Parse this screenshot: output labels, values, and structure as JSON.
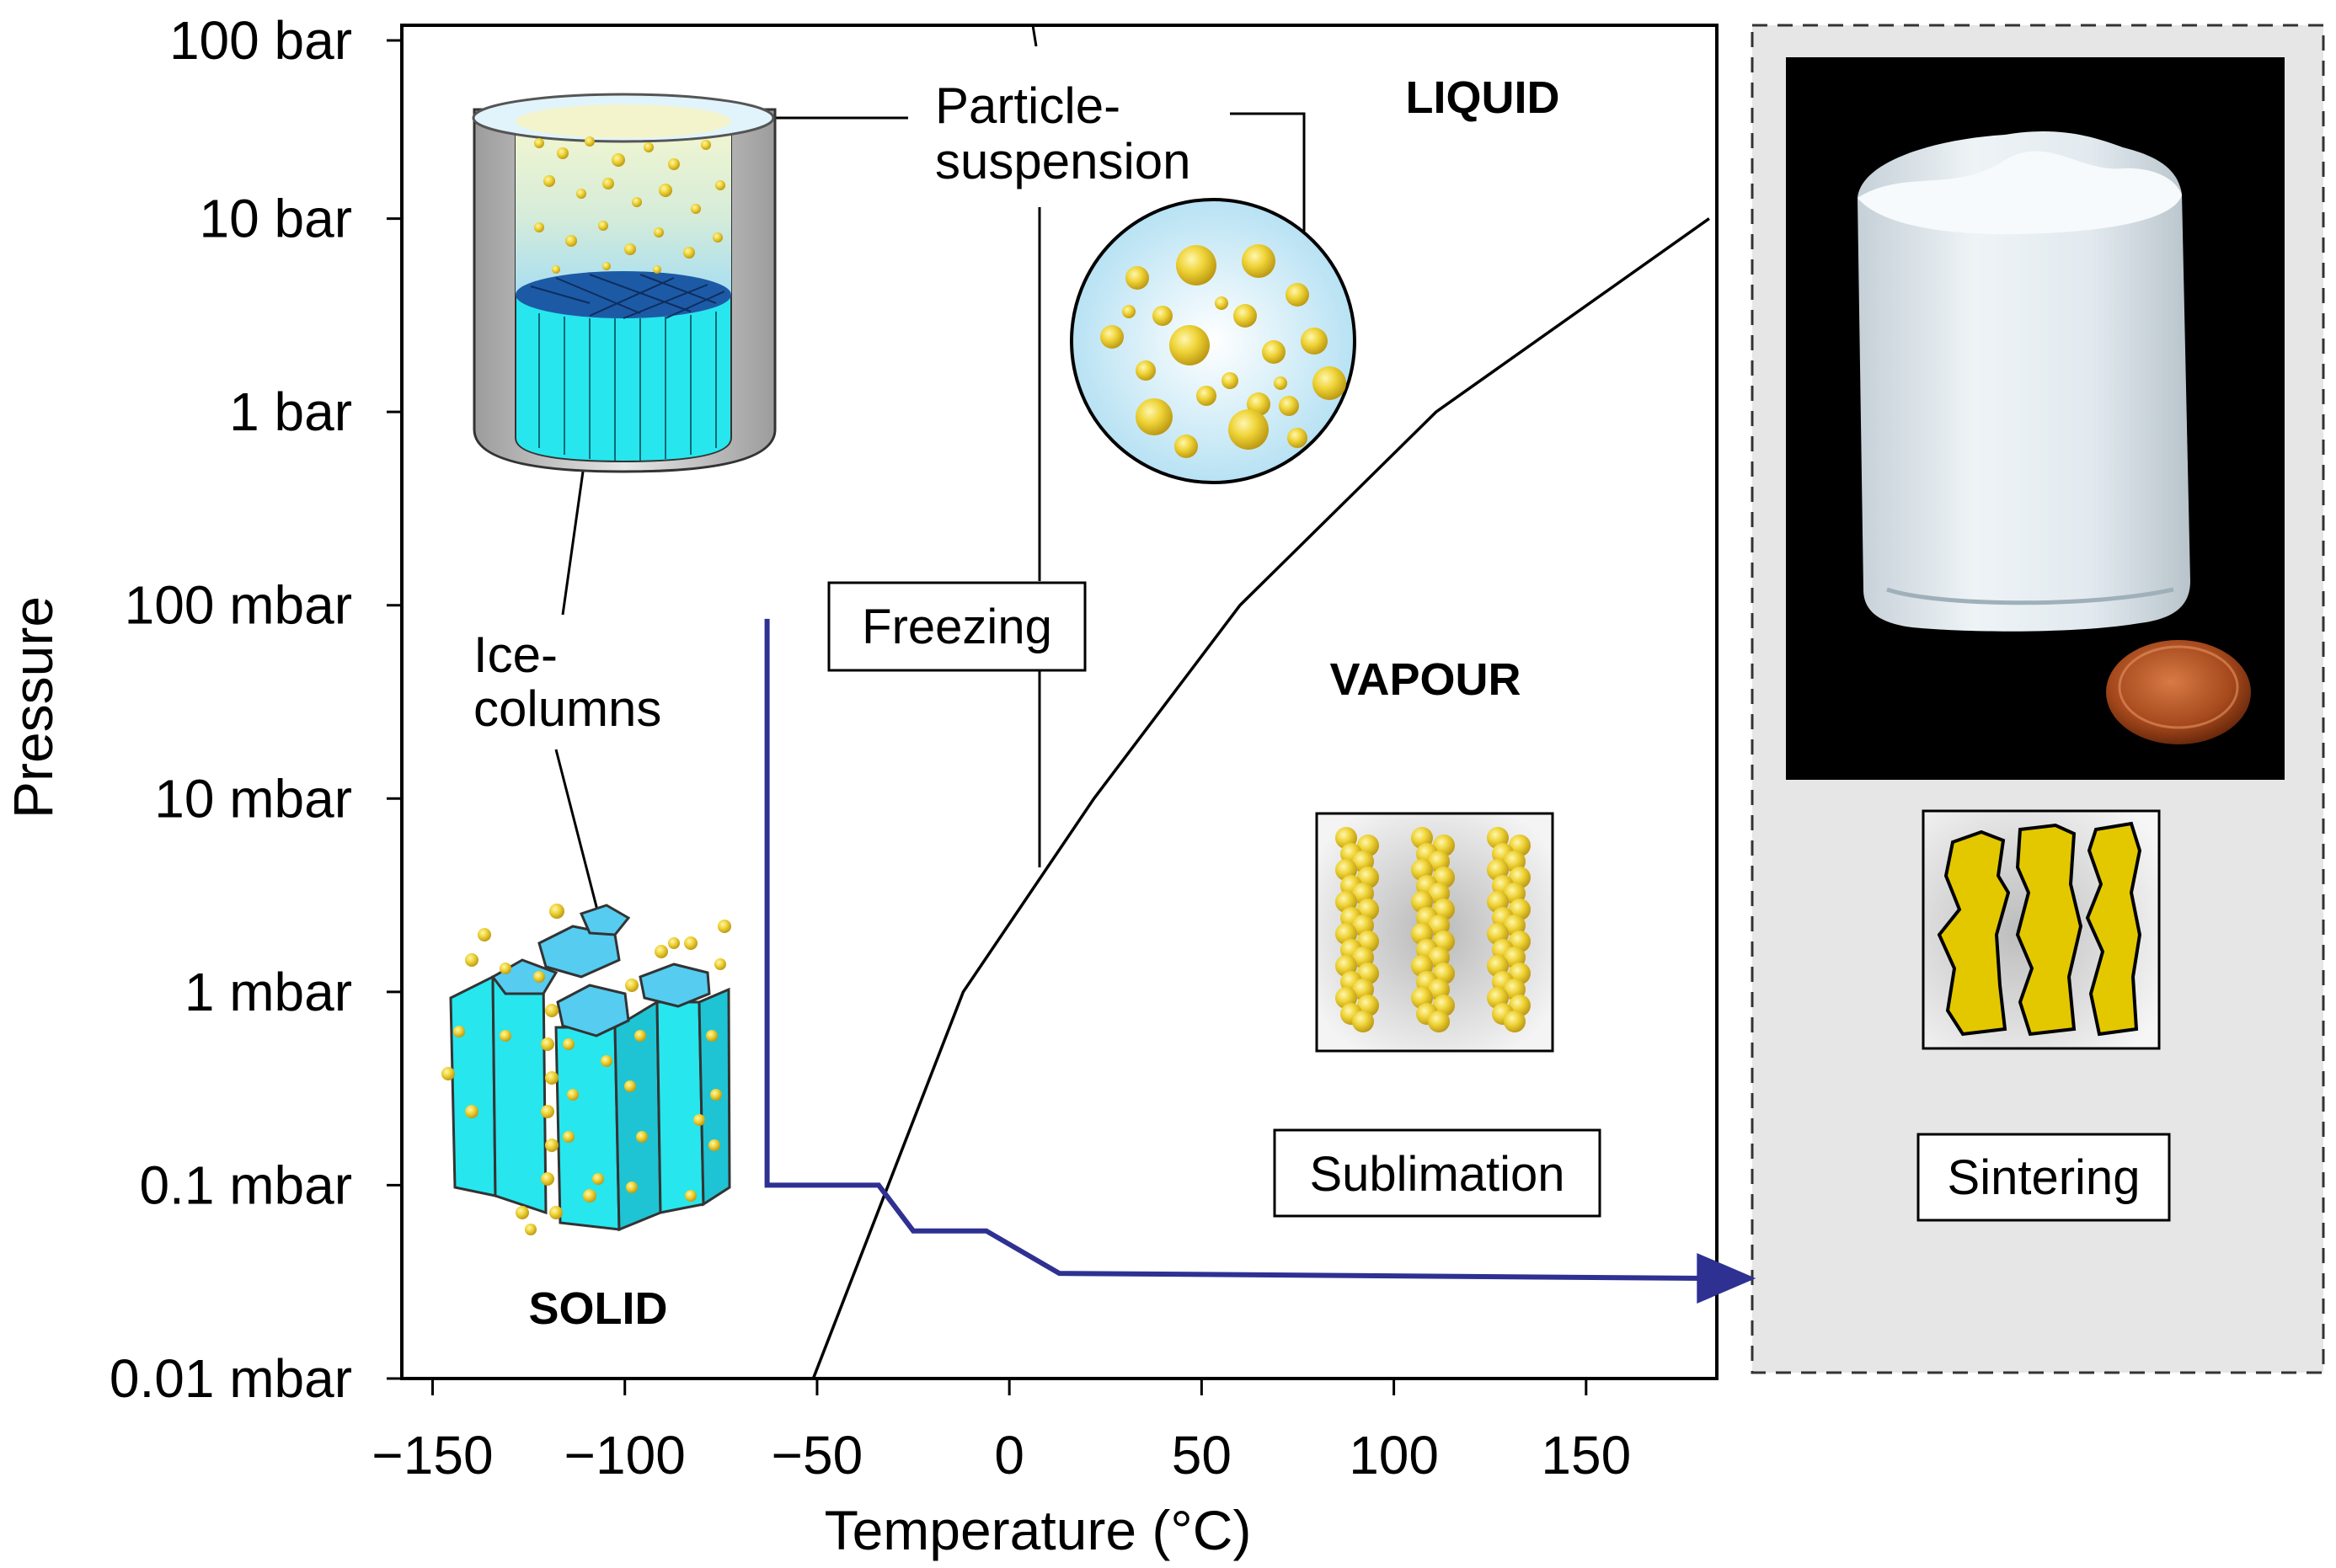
{
  "chart_data": {
    "type": "line",
    "xlabel": "Temperature (°C)",
    "ylabel": "Pressure",
    "x_ticks": [
      "−150",
      "−100",
      "−50",
      "0",
      "50",
      "100",
      "150"
    ],
    "y_ticks": [
      "100 bar",
      "10 bar",
      "1 bar",
      "100 mbar",
      "10 mbar",
      "1 mbar",
      "0.1 mbar",
      "0.01 mbar"
    ],
    "xlim": [
      -158,
      184
    ],
    "y_scale": "log",
    "y_unit": "mbar",
    "ylim": [
      0.01,
      100000
    ],
    "series": [
      {
        "color": "#000000",
        "x": [
          -51,
          -12,
          22,
          60,
          111,
          182
        ],
        "y": [
          0.01,
          1,
          10,
          100,
          1000,
          10000
        ]
      },
      {
        "color": "#2e3192",
        "x": [
          -63,
          -63,
          -34,
          -25,
          -6,
          13,
          181
        ],
        "y": [
          85,
          0.1,
          0.1,
          0.058,
          0.058,
          0.035,
          0.033
        ]
      }
    ],
    "grid": false,
    "legend": "none"
  },
  "labels": {
    "liquid": "LIQUID",
    "vapour": "VAPOUR",
    "solid": "SOLID",
    "particle_line1": "Particle-",
    "particle_line2": "suspension",
    "ice_line1": "Ice-",
    "ice_line2": "columns",
    "freezing": "Freezing",
    "sublimation": "Sublimation",
    "sintering": "Sintering"
  },
  "colors": {
    "process_arrow": "#2e3192",
    "ice": "#27e6ee",
    "particle": "#e8cb28",
    "sintered": "#e3c800",
    "panel": "#e6e6e6"
  }
}
